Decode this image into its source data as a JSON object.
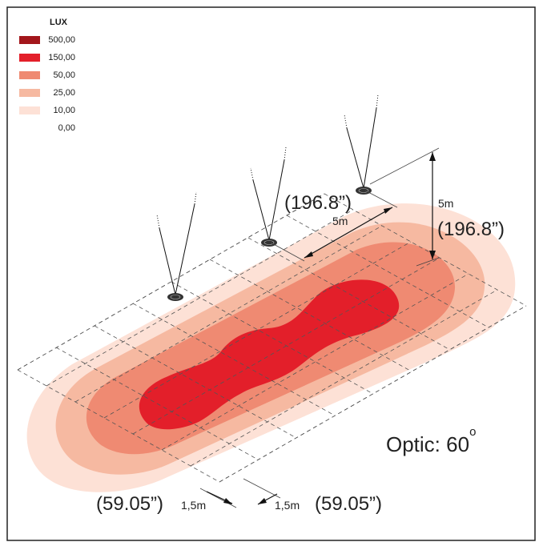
{
  "legend": {
    "title": "LUX",
    "items": [
      {
        "label": "500,00",
        "color": "#a3161b"
      },
      {
        "label": "150,00",
        "color": "#e31f2a"
      },
      {
        "label": "50,00",
        "color": "#ef8a72"
      },
      {
        "label": "25,00",
        "color": "#f6b9a1"
      },
      {
        "label": "10,00",
        "color": "#fde1d6"
      },
      {
        "label": "0,00",
        "color": "#ffffff"
      }
    ]
  },
  "dimensions": {
    "spacing_imperial": "(196.8”)",
    "spacing_metric": "5m",
    "height_metric": "5m",
    "height_imperial": "(196.8”)",
    "grid_left_imperial": "(59.05”)",
    "grid_left_metric": "1,5m",
    "grid_right_metric": "1,5m",
    "grid_right_imperial": "(59.05”)"
  },
  "optic": {
    "label": "Optic: 60",
    "degree": "o"
  }
}
